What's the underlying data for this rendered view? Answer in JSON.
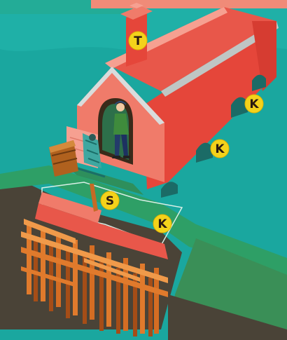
{
  "labels": {
    "tower": "T",
    "arch_upper": "K",
    "arch_lower": "K",
    "foundation_s": "S",
    "foundation_k": "K"
  },
  "colors": {
    "water": "#1aa79f",
    "water_dark": "#0f8a83",
    "roof": "#e8574a",
    "roof_dark": "#c7382e",
    "wall_front": "#f07b6a",
    "wall_side": "#e5463a",
    "wall_light": "#f6a091",
    "stone": "#f0aa96",
    "timber": "#e07a2c",
    "timber_dark": "#a54d17",
    "soil": "#4a4337",
    "grass": "#2e9f66",
    "label_fill": "#f4d21b",
    "label_text": "#2b1a10"
  },
  "icons": {
    "person": "worker-figure-icon",
    "machine": "winch-machine-icon"
  }
}
